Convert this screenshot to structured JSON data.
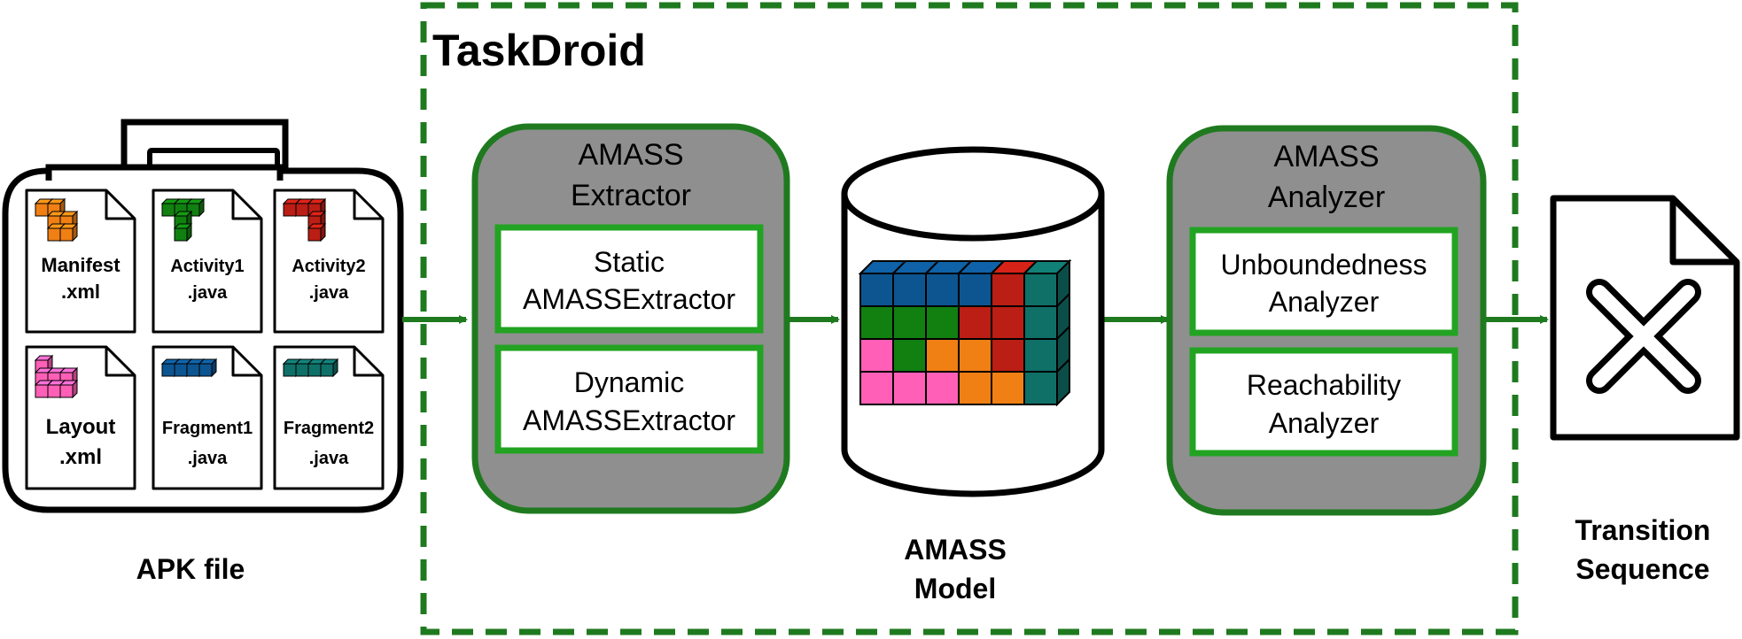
{
  "colors": {
    "frame_green": "#1f7a1f",
    "inner_green": "#22a322",
    "panel_gray": "#8f8f8f",
    "orange": "#f07f14",
    "green": "#118011",
    "red": "#bb1e14",
    "pink": "#ff5fb6",
    "blue": "#0d5591",
    "teal": "#0f7068"
  },
  "frame": {
    "title": "TaskDroid"
  },
  "apk": {
    "caption": "APK file",
    "files": [
      {
        "line1": "Manifest",
        "line2": ".xml",
        "icon": "orange-l-block-icon",
        "color": "#f07f14"
      },
      {
        "line1": "Activity1",
        "line2": ".java",
        "icon": "green-t-block-icon",
        "color": "#118011"
      },
      {
        "line1": "Activity2",
        "line2": ".java",
        "icon": "red-t-block-icon",
        "color": "#bb1e14"
      },
      {
        "line1": "Layout",
        "line2": ".xml",
        "icon": "pink-l-block-icon",
        "color": "#ff5fb6"
      },
      {
        "line1": "Fragment1",
        "line2": ".java",
        "icon": "blue-bar-block-icon",
        "color": "#0d5591"
      },
      {
        "line1": "Fragment2",
        "line2": ".java",
        "icon": "teal-bar-block-icon",
        "color": "#0f7068"
      }
    ]
  },
  "extractor": {
    "title_line1": "AMASS",
    "title_line2": "Extractor",
    "static_line1": "Static",
    "static_line2": "AMASSExtractor",
    "dynamic_line1": "Dynamic",
    "dynamic_line2": "AMASSExtractor"
  },
  "model": {
    "caption_line1": "AMASS",
    "caption_line2": "Model",
    "grid": [
      [
        "blue",
        "blue",
        "blue",
        "blue",
        "red",
        "teal"
      ],
      [
        "green",
        "green",
        "green",
        "red",
        "red",
        "teal"
      ],
      [
        "pink",
        "green",
        "orange",
        "orange",
        "red",
        "teal"
      ],
      [
        "pink",
        "pink",
        "pink",
        "orange",
        "orange",
        "teal"
      ]
    ]
  },
  "analyzer": {
    "title_line1": "AMASS",
    "title_line2": "Analyzer",
    "unbounded_line1": "Unboundedness",
    "unbounded_line2": "Analyzer",
    "reach_line1": "Reachability",
    "reach_line2": "Analyzer"
  },
  "output": {
    "caption_line1": "Transition",
    "caption_line2": "Sequence",
    "icon": "crossed-document-icon"
  }
}
